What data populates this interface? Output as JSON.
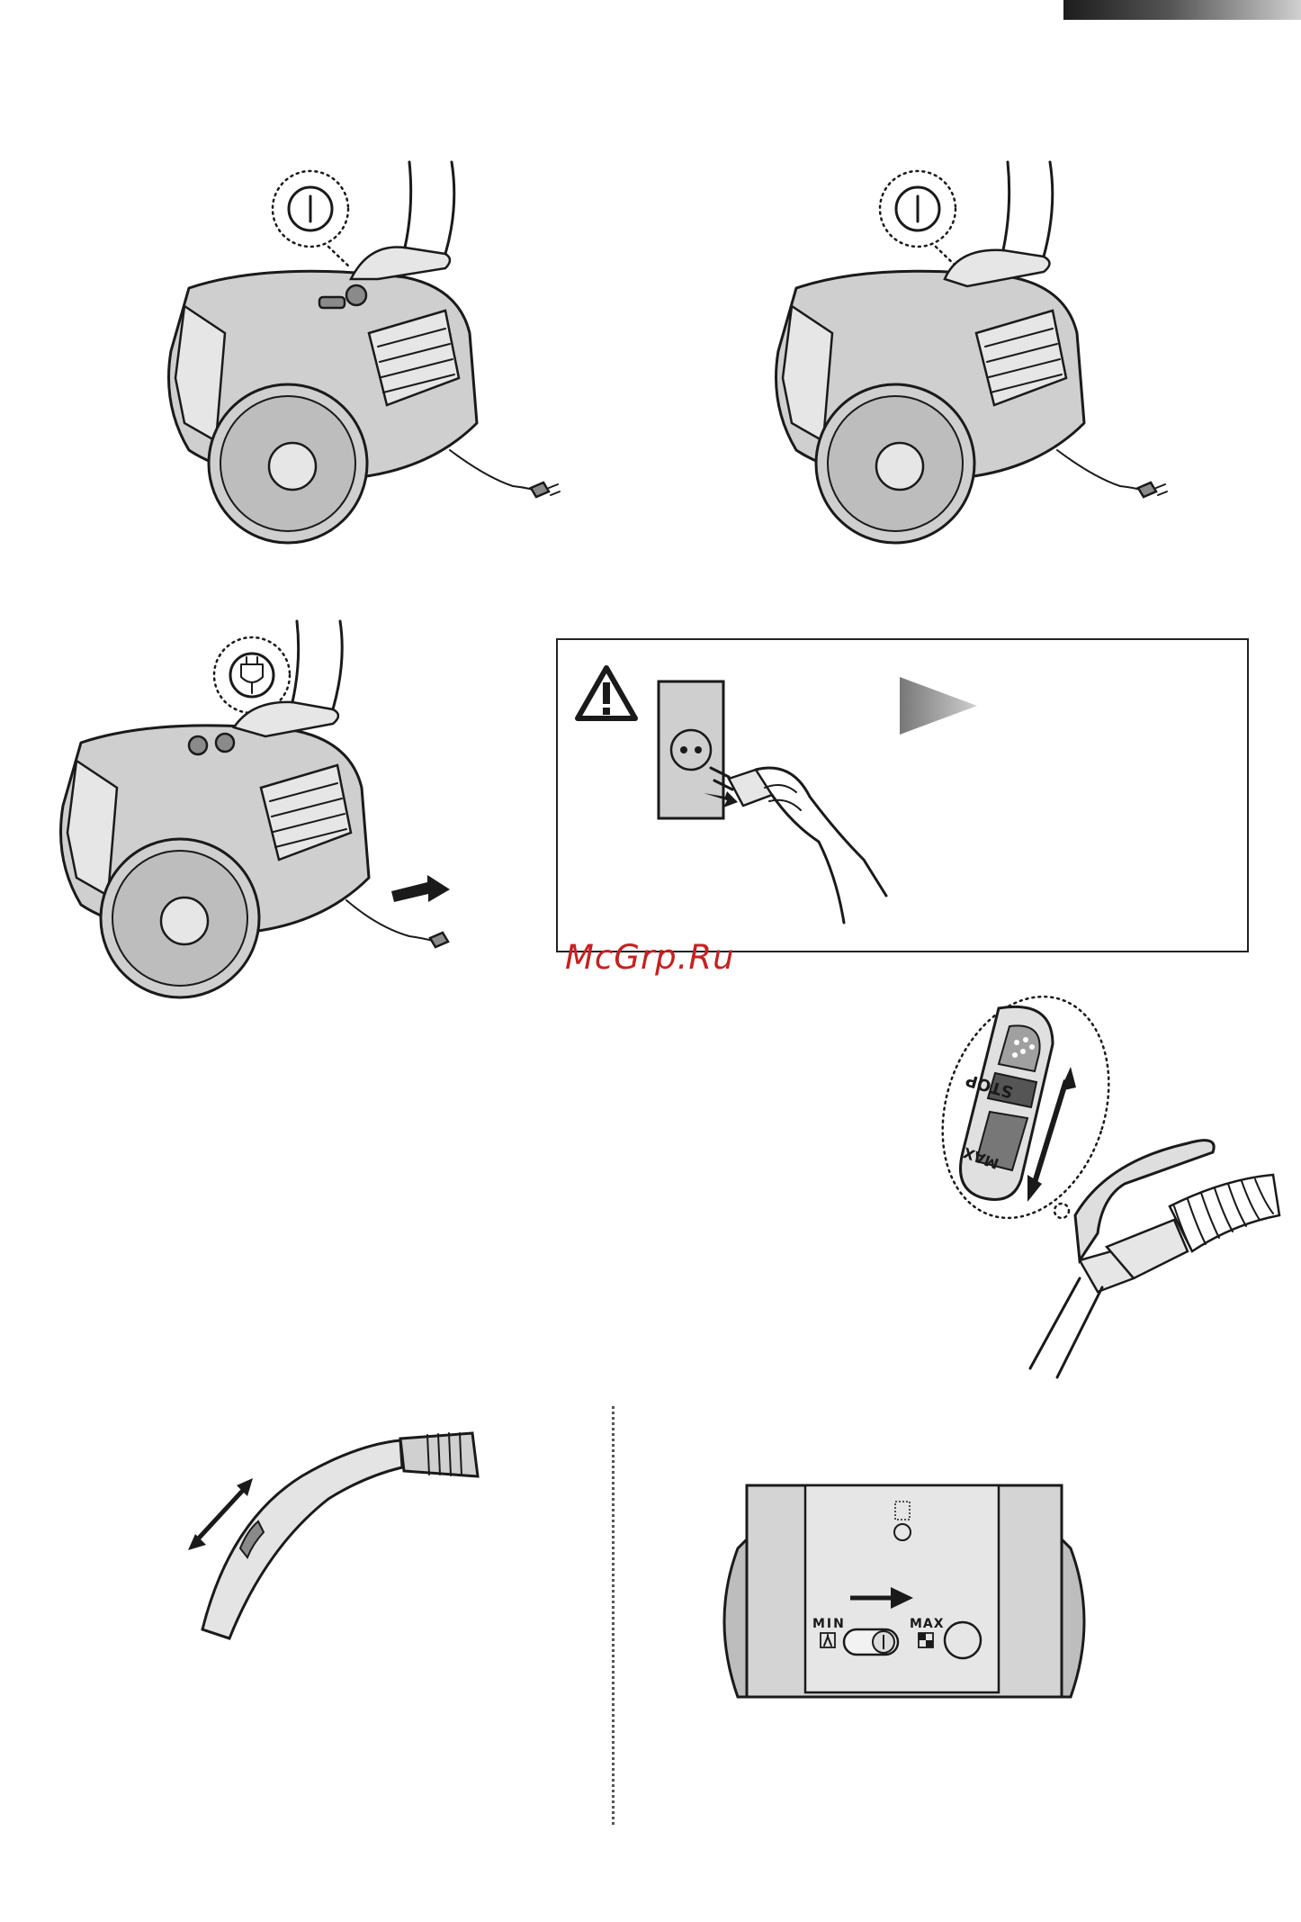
{
  "watermark": "McGrp.Ru",
  "illustrations": {
    "power_symbol_1": "power-icon",
    "power_symbol_2": "power-icon",
    "cord_rewind_symbol": "cord-rewind-icon",
    "warning_symbol": "warning-triangle-icon",
    "next_arrow": "play-arrow-icon"
  },
  "handle_control": {
    "stop_label": "STOP",
    "max_label": "MAX"
  },
  "suction_dial": {
    "min_label": "MIN",
    "max_label": "MAX"
  },
  "colors": {
    "corner_bar_dark": "#1c1c1c",
    "watermark": "#c82020",
    "appliance_body": "#cfcfcf"
  }
}
